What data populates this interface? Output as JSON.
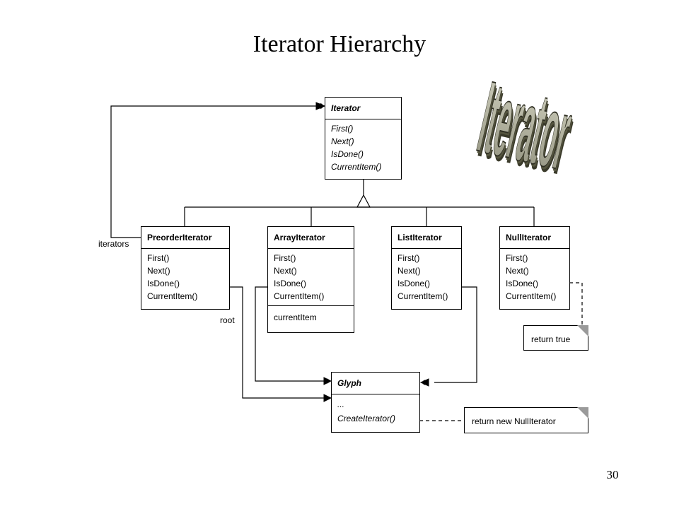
{
  "slide": {
    "title": "Iterator Hierarchy",
    "page_number": "30"
  },
  "logo": {
    "text": "Iterator"
  },
  "classes": {
    "iterator": {
      "name": "Iterator",
      "ops": [
        "First()",
        "Next()",
        "IsDone()",
        "CurrentItem()"
      ]
    },
    "preorder": {
      "name": "PreorderIterator",
      "ops": [
        "First()",
        "Next()",
        "IsDone()",
        "CurrentItem()"
      ]
    },
    "array": {
      "name": "ArrayIterator",
      "ops": [
        "First()",
        "Next()",
        "IsDone()",
        "CurrentItem()"
      ],
      "attrs": [
        "currentItem"
      ]
    },
    "list": {
      "name": "ListIterator",
      "ops": [
        "First()",
        "Next()",
        "IsDone()",
        "CurrentItem()"
      ]
    },
    "null": {
      "name": "NullIterator",
      "ops": [
        "First()",
        "Next()",
        "IsDone()",
        "CurrentItem()"
      ]
    },
    "glyph": {
      "name": "Glyph",
      "ops": [
        "...",
        "CreateIterator()"
      ]
    }
  },
  "notes": {
    "return_true": "return true",
    "return_null": "return new NullIterator"
  },
  "labels": {
    "iterators": "iterators",
    "root": "root"
  }
}
